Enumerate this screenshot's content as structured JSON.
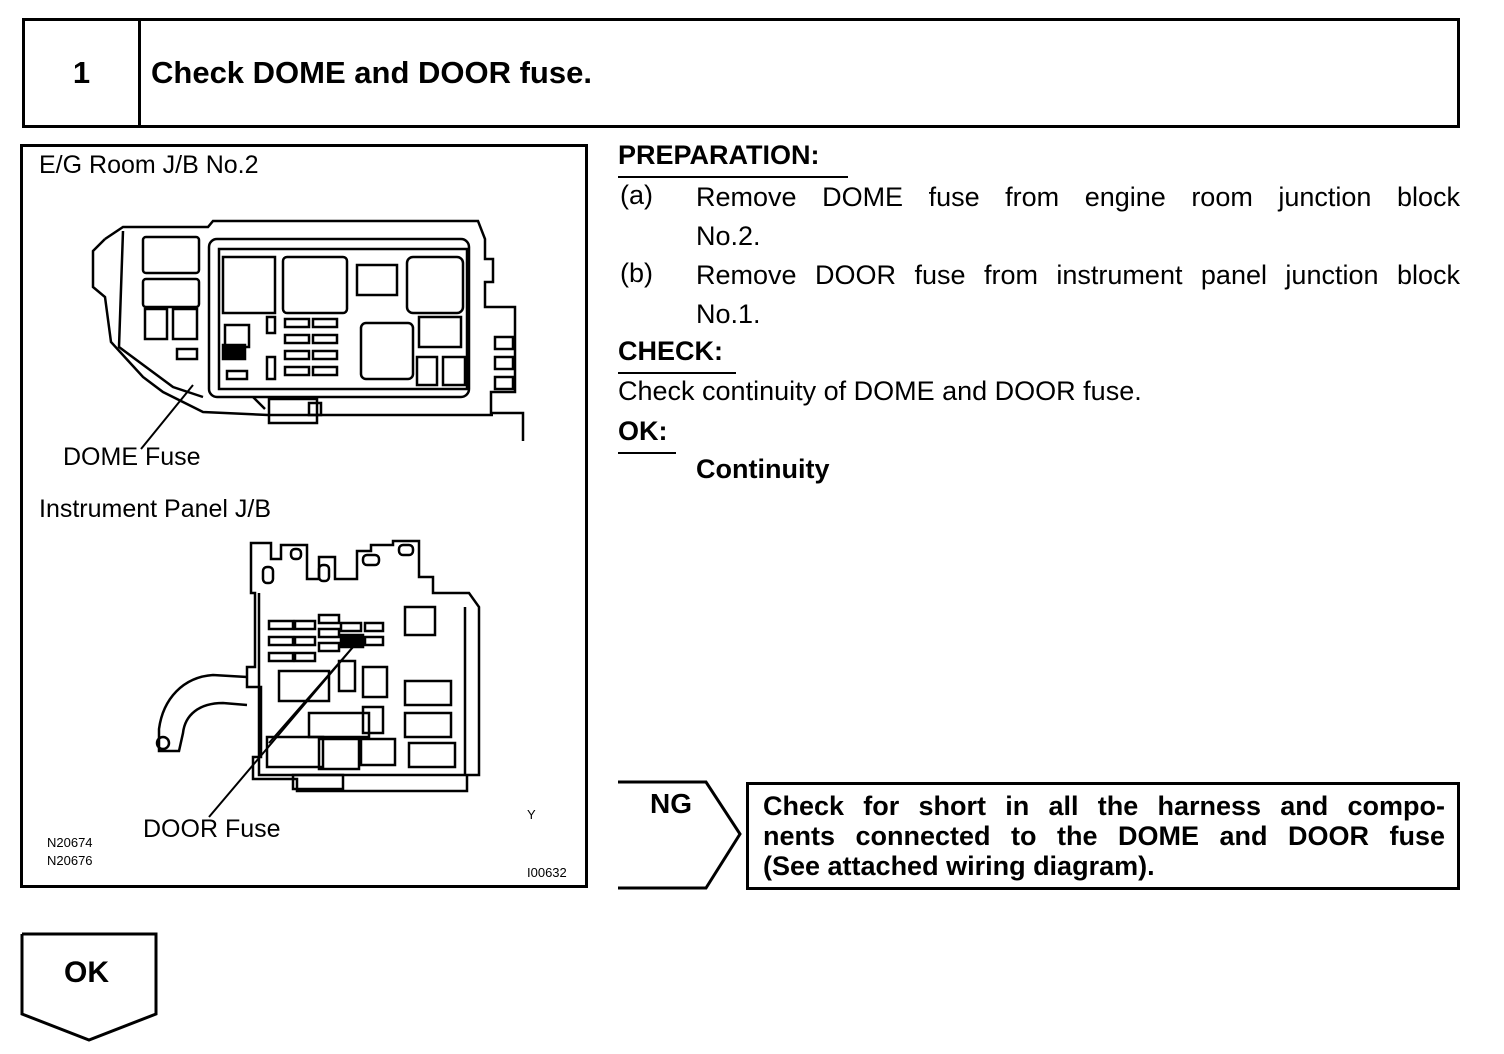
{
  "step": {
    "number": "1",
    "title": "Check DOME and DOOR fuse."
  },
  "figure": {
    "label_eg_room": "E/G Room J/B No.2",
    "label_dome_fuse": "DOME Fuse",
    "label_instrument_panel": "Instrument Panel J/B",
    "label_door_fuse": "DOOR Fuse",
    "code_1": "N20674",
    "code_2": "N20676",
    "code_y": "Y",
    "code_figure": "I00632"
  },
  "preparation": {
    "heading": "PREPARATION:",
    "items": [
      {
        "tag": "(a)",
        "line1": "Remove DOME fuse from engine room junction block",
        "line2": "No.2."
      },
      {
        "tag": "(b)",
        "line1": "Remove DOOR fuse from instrument panel junction block",
        "line2": "No.1."
      }
    ]
  },
  "check": {
    "heading": "CHECK:",
    "text": "Check continuity of DOME and DOOR fuse."
  },
  "ok": {
    "heading": "OK:",
    "value": "Continuity",
    "arrow_label": "OK"
  },
  "ng": {
    "label": "NG",
    "line1": "Check for short in all the harness and compo-",
    "line2": "nents connected to the DOME and DOOR fuse",
    "line3": "(See attached wiring diagram)."
  }
}
